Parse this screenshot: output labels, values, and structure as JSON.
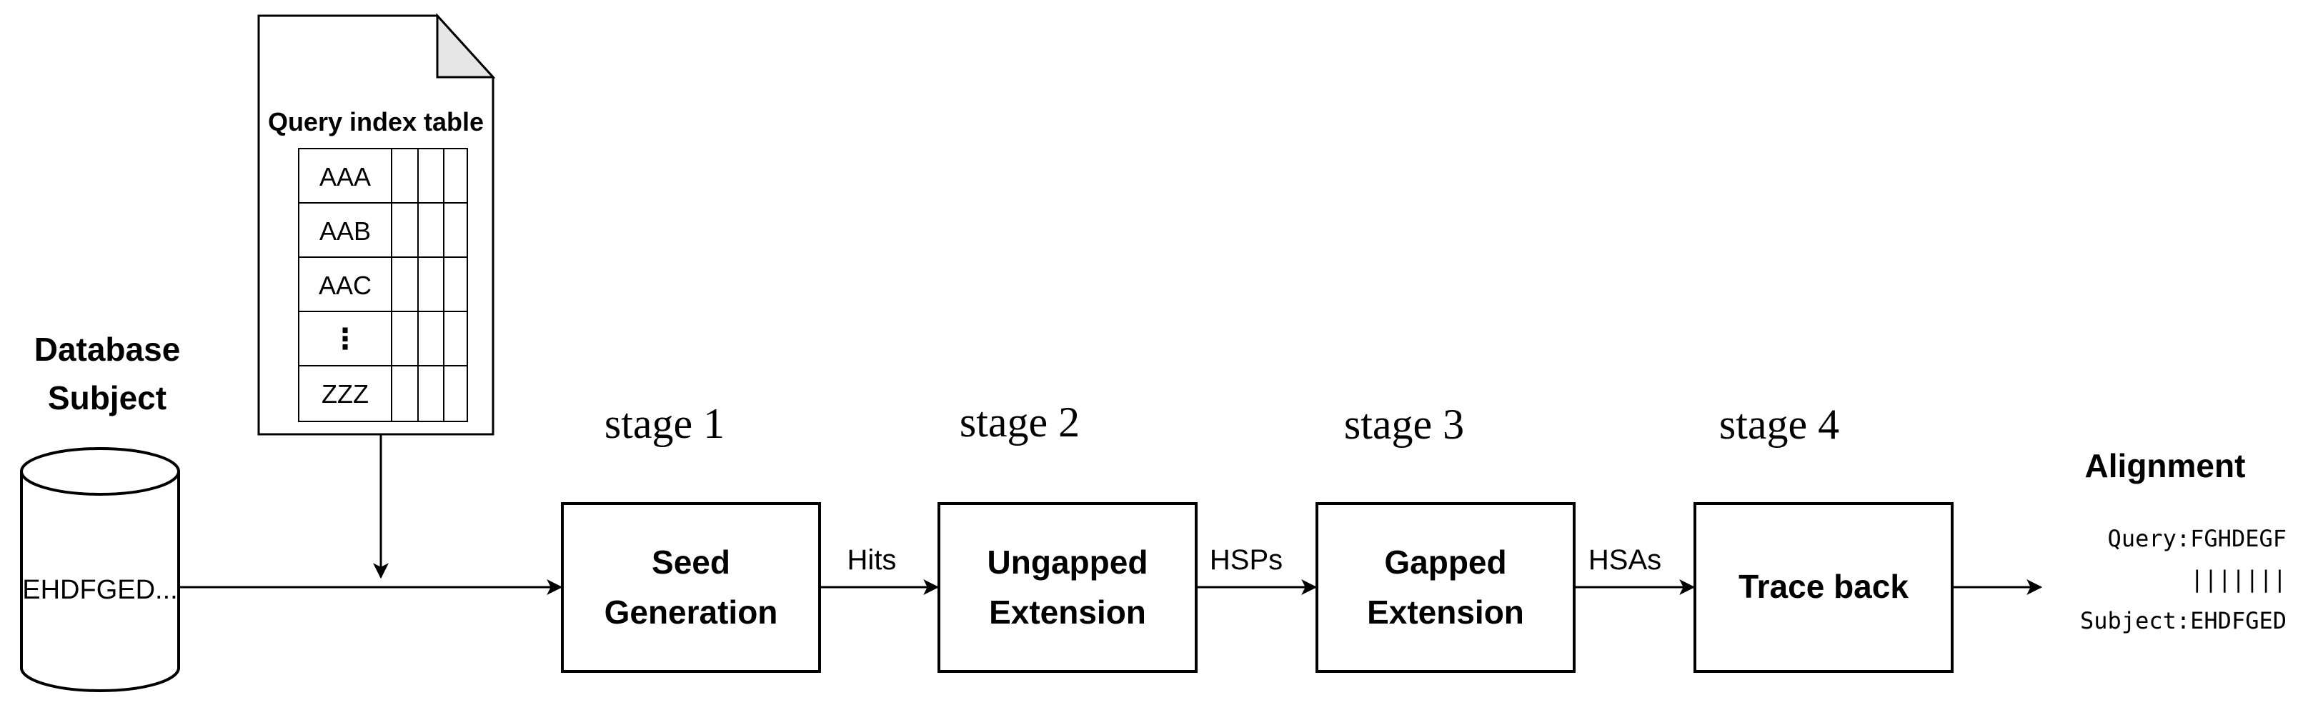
{
  "database": {
    "heading_line1": "Database",
    "heading_line2": "Subject",
    "sequence": "EHDFGED..."
  },
  "query_index": {
    "title": "Query index table",
    "rows": [
      "AAA",
      "AAB",
      "AAC",
      "⋮",
      "ZZZ"
    ]
  },
  "stages": [
    {
      "label": "stage 1",
      "line1": "Seed",
      "line2": "Generation"
    },
    {
      "label": "stage 2",
      "line1": "Ungapped",
      "line2": "Extension"
    },
    {
      "label": "stage 3",
      "line1": "Gapped",
      "line2": "Extension"
    },
    {
      "label": "stage 4",
      "line1": "Trace back",
      "line2": ""
    }
  ],
  "connectors": [
    "Hits",
    "HSPs",
    "HSAs"
  ],
  "alignment": {
    "title": "Alignment",
    "query_label": "Query:",
    "query_seq": "FGHDEGF",
    "match_bars": "|||||||",
    "subject_label": "Subject:",
    "subject_seq": "EHDFGED"
  },
  "colors": {
    "stroke": "#000000",
    "background": "#ffffff"
  }
}
